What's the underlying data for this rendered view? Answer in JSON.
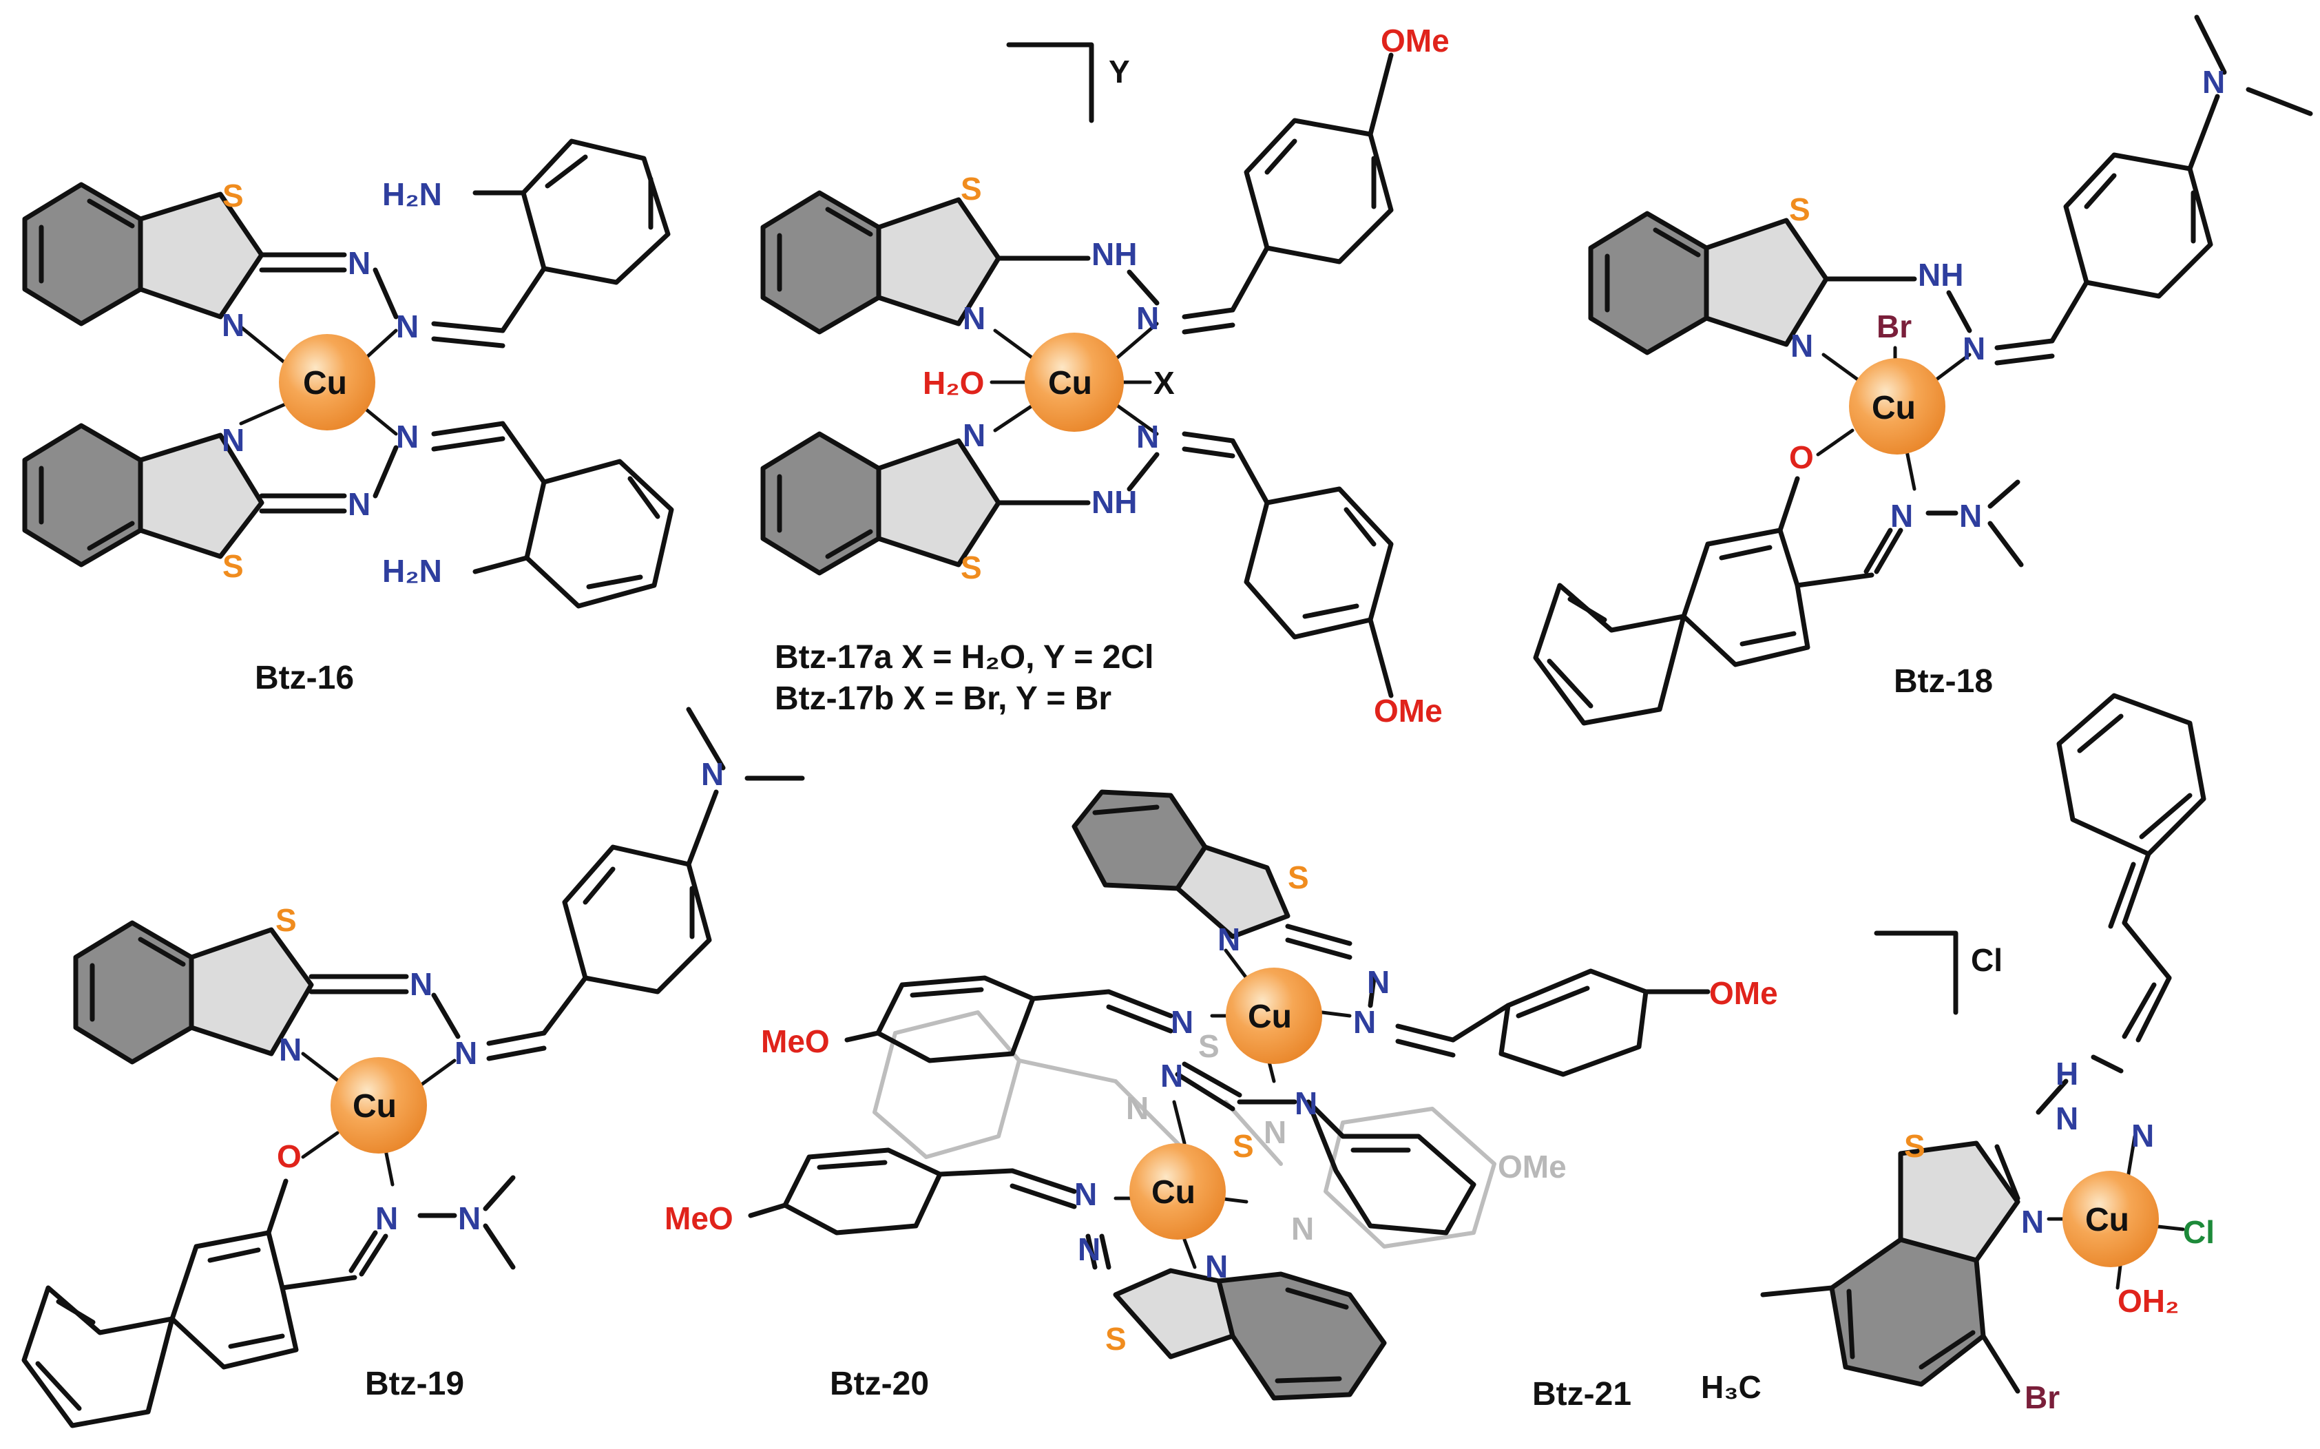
{
  "colors": {
    "nitrogen": "#2e3e9e",
    "sulfur": "#f08c1e",
    "oxygen": "#e0231b",
    "bromine": "#7a1f3a",
    "chlorine": "#1d8a3a",
    "copper_sphere": "#f39a3c",
    "benzene_fill": "#8c8c8c",
    "thiazole_fill": "#dcdcdc"
  },
  "atoms": {
    "Cu": "Cu",
    "N": "N",
    "S": "S",
    "O": "O",
    "NH": "NH",
    "H2N": "H₂N",
    "H2O": "H₂O",
    "OH2": "OH₂",
    "X": "X",
    "Br": "Br",
    "Cl": "Cl",
    "H": "H",
    "OMe": "OMe",
    "MeO": "MeO",
    "H3C": "H₃C"
  },
  "captions": {
    "btz16": "Btz-16",
    "btz17a": "Btz-17a X = H₂O, Y = 2Cl",
    "btz17b": "Btz-17b X = Br, Y = Br",
    "btz18": "Btz-18",
    "btz19": "Btz-19",
    "btz20": "Btz-20",
    "btz21": "Btz-21"
  },
  "counterions": {
    "btz17": "Y",
    "btz21": "Cl"
  }
}
